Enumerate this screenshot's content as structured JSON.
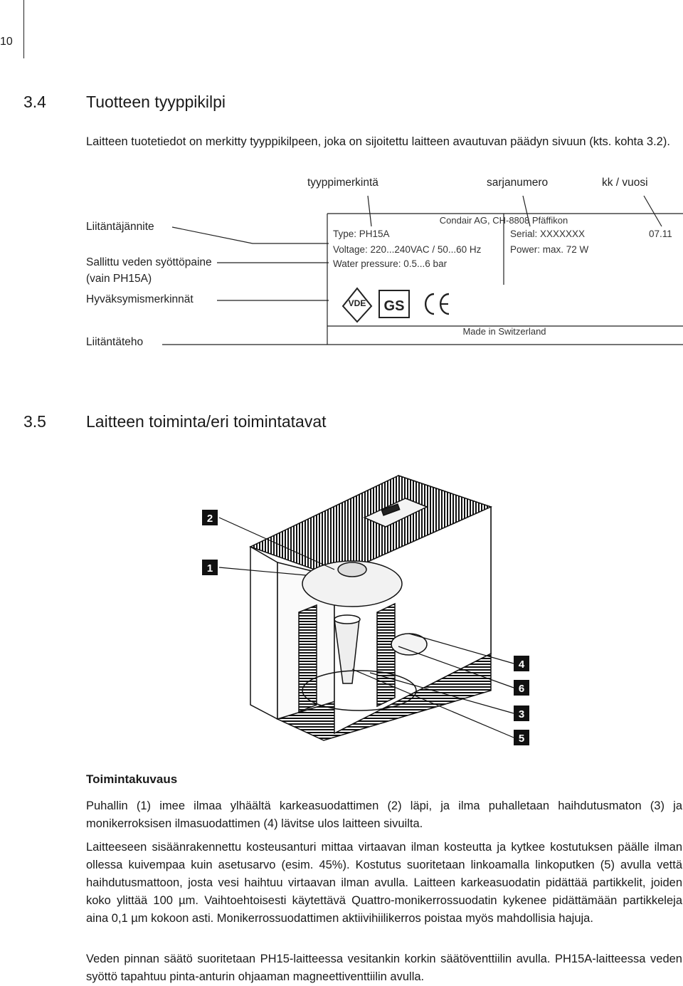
{
  "page_number": "10",
  "section_34": {
    "number": "3.4",
    "title": "Tuotteen tyyppikilpi",
    "intro": "Laitteen tuotetiedot on merkitty tyyppikilpeen, joka on sijoitettu laitteen avautuvan päädyn sivuun (kts. kohta 3.2)."
  },
  "nameplate_diagram": {
    "top_labels": [
      "tyyppimerkintä",
      "sarjanumero",
      "kk / vuosi"
    ],
    "left_labels": [
      "Liitäntäjännite",
      "Sallittu veden syöttöpaine",
      "(vain PH15A)",
      "Hyväksymismerkinnät",
      "Liitäntäteho"
    ],
    "plate": {
      "manufacturer": "Condair AG, CH-8808 Pfäffikon",
      "type": "Type: PH15A",
      "serial": "Serial: XXXXXXX",
      "date": "07.11",
      "voltage": "Voltage: 220...240VAC / 50...60 Hz",
      "power": "Power: max. 72 W",
      "water_pressure": "Water pressure: 0.5...6 bar",
      "made_in": "Made in Switzerland",
      "marks": [
        "VDE",
        "GS",
        "CE"
      ]
    }
  },
  "section_35": {
    "number": "3.5",
    "title": "Laitteen toiminta/eri toimintatavat"
  },
  "device_figure": {
    "callouts": [
      "2",
      "1",
      "4",
      "6",
      "3",
      "5"
    ]
  },
  "description": {
    "heading": "Toimintakuvaus",
    "p1": "Puhallin (1) imee ilmaa ylhäältä karkeasuodattimen (2) läpi, ja ilma puhalletaan haihdutusmaton (3) ja monikerroksisen ilmasuodattimen (4) lävitse ulos laitteen sivuilta.",
    "p2": "Laitteeseen sisäänrakennettu kosteusanturi mittaa virtaavan ilman kosteutta ja kytkee kostutuksen päälle ilman ollessa kuivempaa kuin asetusarvo (esim. 45%). Kostutus suoritetaan linkoamalla linkoputken (5) avulla vettä haihdutusmattoon, josta vesi haihtuu virtaavan ilman avulla. Laitteen karkeasuodatin pidättää partikkelit, joiden koko ylittää 100 µm. Vaihtoehtoisesti käytettävä Quattro-monikerrossuodatin kykenee pidättämään partikkeleja aina 0,1 µm kokoon asti. Monikerrossuodattimen aktiivihiilikerros poistaa myös mahdollisia hajuja.",
    "p3": "Veden pinnan säätö suoritetaan PH15-laitteessa vesitankin korkin säätöventtiilin avulla. PH15A-laitteessa veden syöttö tapahtuu pinta-anturin ohjaaman magneettiventtiilin avulla."
  }
}
